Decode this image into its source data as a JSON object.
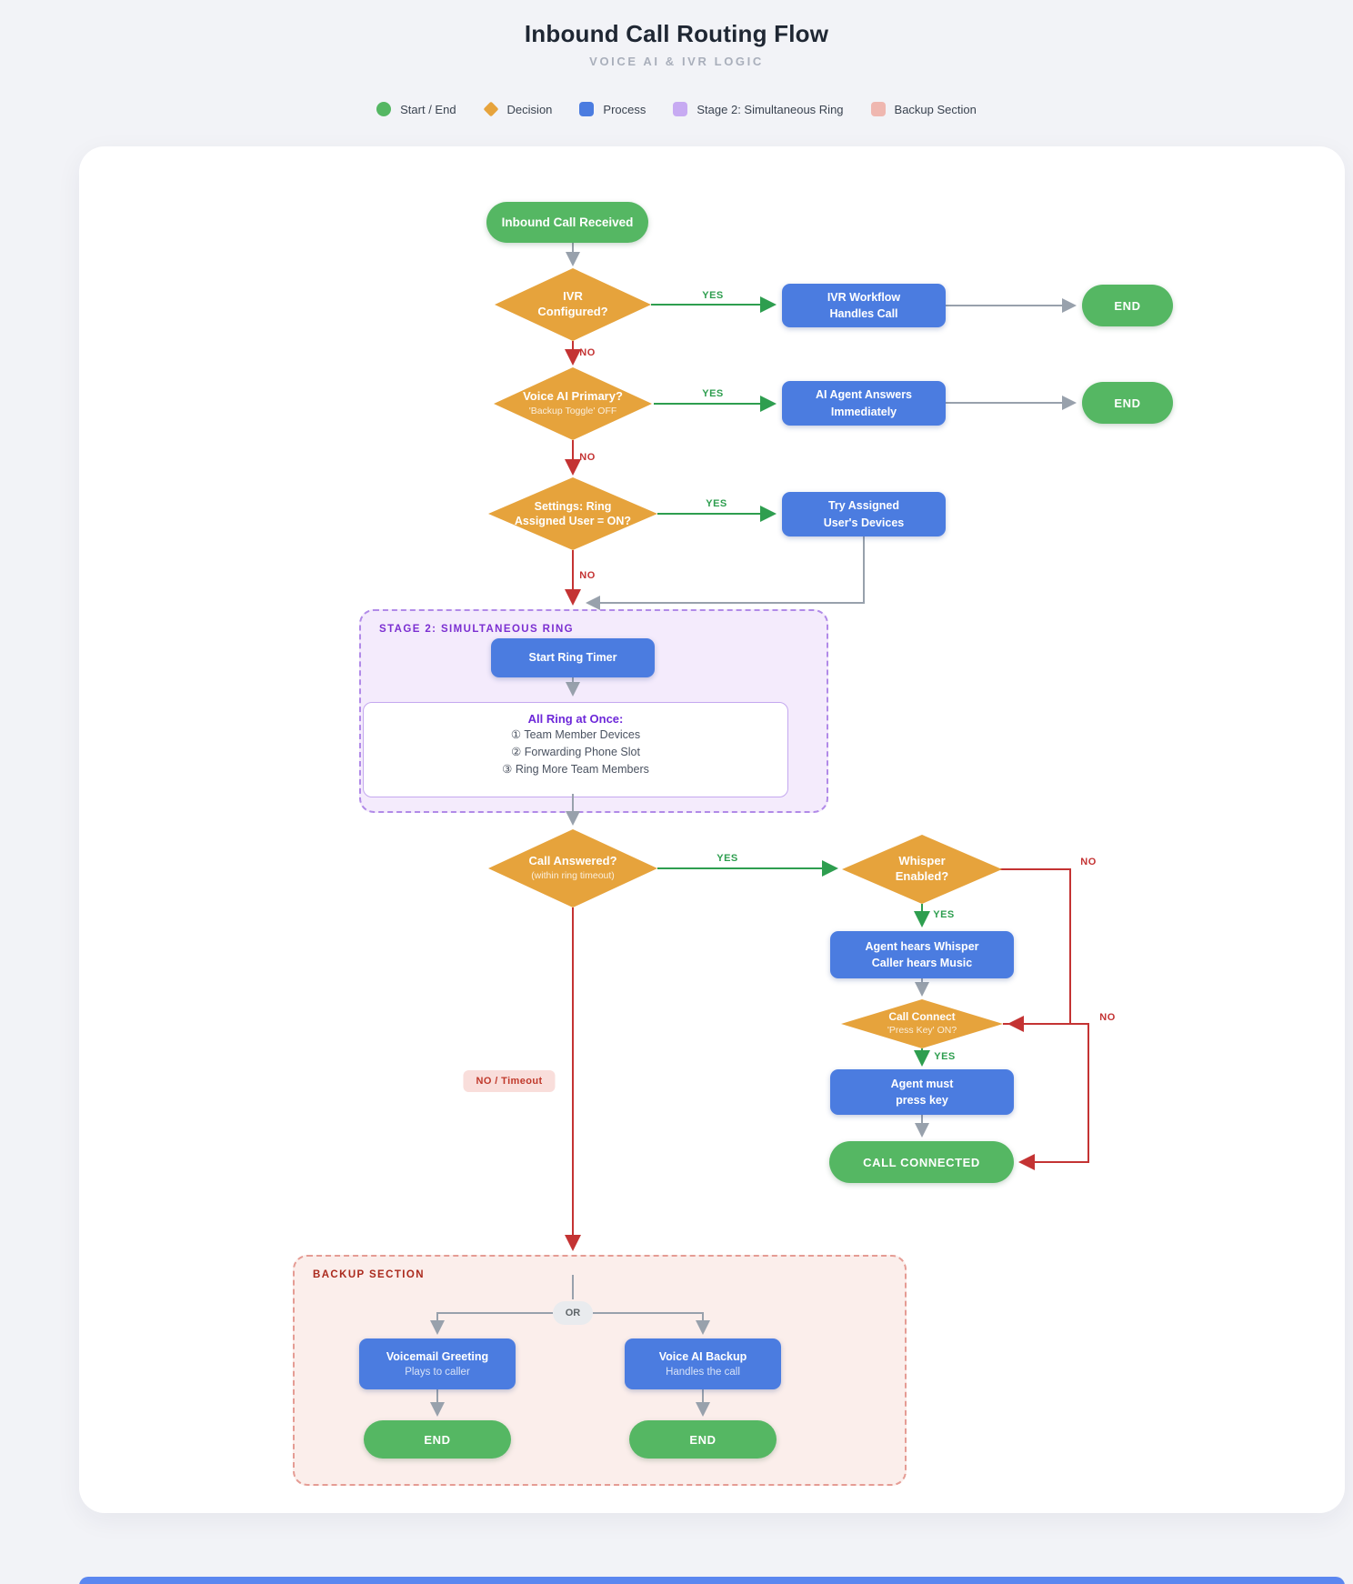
{
  "page": {
    "title": "Inbound Call Routing Flow",
    "subtitle": "VOICE AI & IVR LOGIC"
  },
  "legend": {
    "items": [
      {
        "id": "start-end",
        "label": "Start / End",
        "color": "#55b763",
        "shape": "circle"
      },
      {
        "id": "decision",
        "label": "Decision",
        "color": "#e6a33c",
        "shape": "diamond"
      },
      {
        "id": "process",
        "label": "Process",
        "color": "#4b7ce0",
        "shape": "rounded-square"
      },
      {
        "id": "stage2",
        "label": "Stage 2: Simultaneous Ring",
        "color": "#c7aaf2",
        "shape": "rounded-square"
      },
      {
        "id": "backup",
        "label": "Backup Section",
        "color": "#efb7b0",
        "shape": "rounded-square"
      }
    ]
  },
  "nodes": {
    "start": {
      "label": "Inbound Call Received"
    },
    "ivr_configured": {
      "line1": "IVR",
      "line2": "Configured?"
    },
    "ivr_workflow": {
      "line1": "IVR Workflow",
      "line2": "Handles Call"
    },
    "end_ivr": {
      "label": "END"
    },
    "voice_ai_primary": {
      "label": "Voice AI Primary?",
      "sub": "'Backup Toggle' OFF"
    },
    "ai_agent_answers": {
      "line1": "AI Agent Answers",
      "line2": "Immediately"
    },
    "end_ai": {
      "label": "END"
    },
    "settings_ring": {
      "line1": "Settings: Ring",
      "line2": "Assigned User = ON?"
    },
    "try_assigned": {
      "line1": "Try Assigned",
      "line2": "User's Devices"
    },
    "stage2": {
      "title": "STAGE 2: SIMULTANEOUS RING",
      "start_ring_timer": "Start Ring Timer",
      "all_ring_title": "All Ring at Once:",
      "all_ring_items": [
        "① Team Member Devices",
        "② Forwarding Phone Slot",
        "③ Ring More Team Members"
      ]
    },
    "call_answered": {
      "label": "Call Answered?",
      "sub": "(within ring timeout)"
    },
    "whisper_enabled": {
      "line1": "Whisper",
      "line2": "Enabled?"
    },
    "agent_hears_whisper": {
      "line1": "Agent hears Whisper",
      "line2": "Caller hears Music"
    },
    "call_connect": {
      "label": "Call Connect",
      "sub": "'Press Key' ON?"
    },
    "agent_must_press": {
      "line1": "Agent must",
      "line2": "press key"
    },
    "call_connected": {
      "label": "CALL CONNECTED"
    },
    "backup": {
      "title": "BACKUP SECTION",
      "or": "OR"
    },
    "voicemail_greeting": {
      "label": "Voicemail Greeting",
      "sub": "Plays to caller"
    },
    "voice_ai_backup": {
      "label": "Voice AI Backup",
      "sub": "Handles the call"
    },
    "end_voicemail": {
      "label": "END"
    },
    "end_backup": {
      "label": "END"
    }
  },
  "edge_labels": {
    "ivr_yes": "YES",
    "ivr_no": "NO",
    "primary_yes": "YES",
    "primary_no": "NO",
    "ring_yes": "YES",
    "ring_no": "NO",
    "answered_yes": "YES",
    "whisper_yes": "YES",
    "whisper_no": "NO",
    "connect_yes": "YES",
    "connect_no": "NO",
    "timeout": "NO / Timeout"
  },
  "colors": {
    "start_end": "#55b763",
    "decision": "#e6a33c",
    "process": "#4b7ce0",
    "edge_gray": "#98a1ac",
    "edge_green": "#2e9e4f",
    "edge_red": "#c43333",
    "stage2_bg": "#f4ebfc",
    "stage2_border": "#b18ae8",
    "backup_bg": "#fbeeeb",
    "backup_border": "#e59c94"
  }
}
